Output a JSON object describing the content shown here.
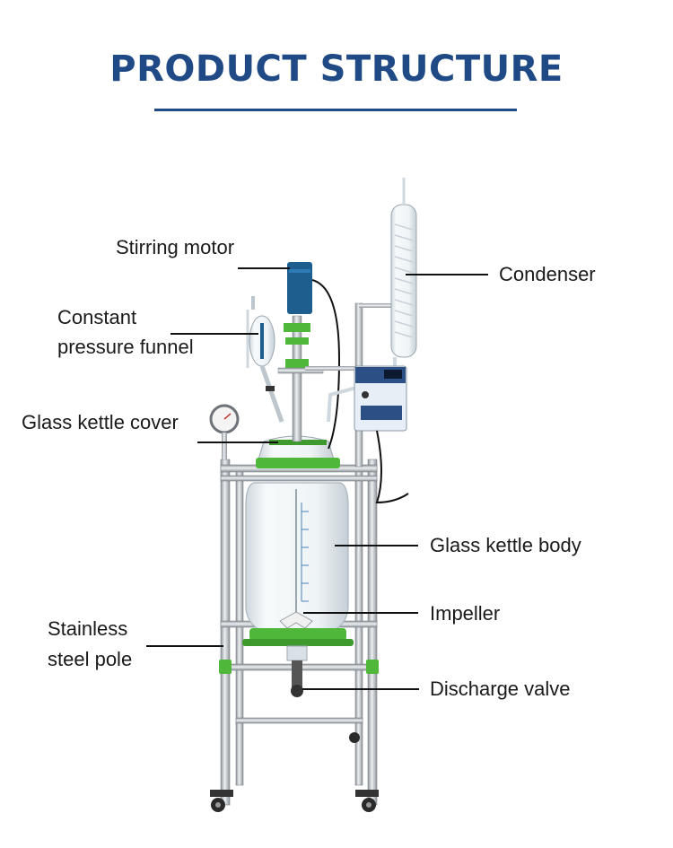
{
  "title": "PRODUCT STRUCTURE",
  "labels": {
    "stirring_motor": "Stirring motor",
    "condenser": "Condenser",
    "funnel_1": "Constant",
    "funnel_2": "pressure funnel",
    "kettle_cover": "Glass kettle cover",
    "kettle_body": "Glass kettle body",
    "impeller": "Impeller",
    "pole_1": "Stainless",
    "pole_2": "steel pole",
    "discharge_valve": "Discharge valve"
  },
  "colors": {
    "title": "#1f4a86",
    "frame_green": "#4fb83a",
    "steel": "#b9bec4",
    "motor_blue": "#1d5e8f",
    "control_box": "#e8eef5",
    "control_panel": "#2c4f86"
  }
}
